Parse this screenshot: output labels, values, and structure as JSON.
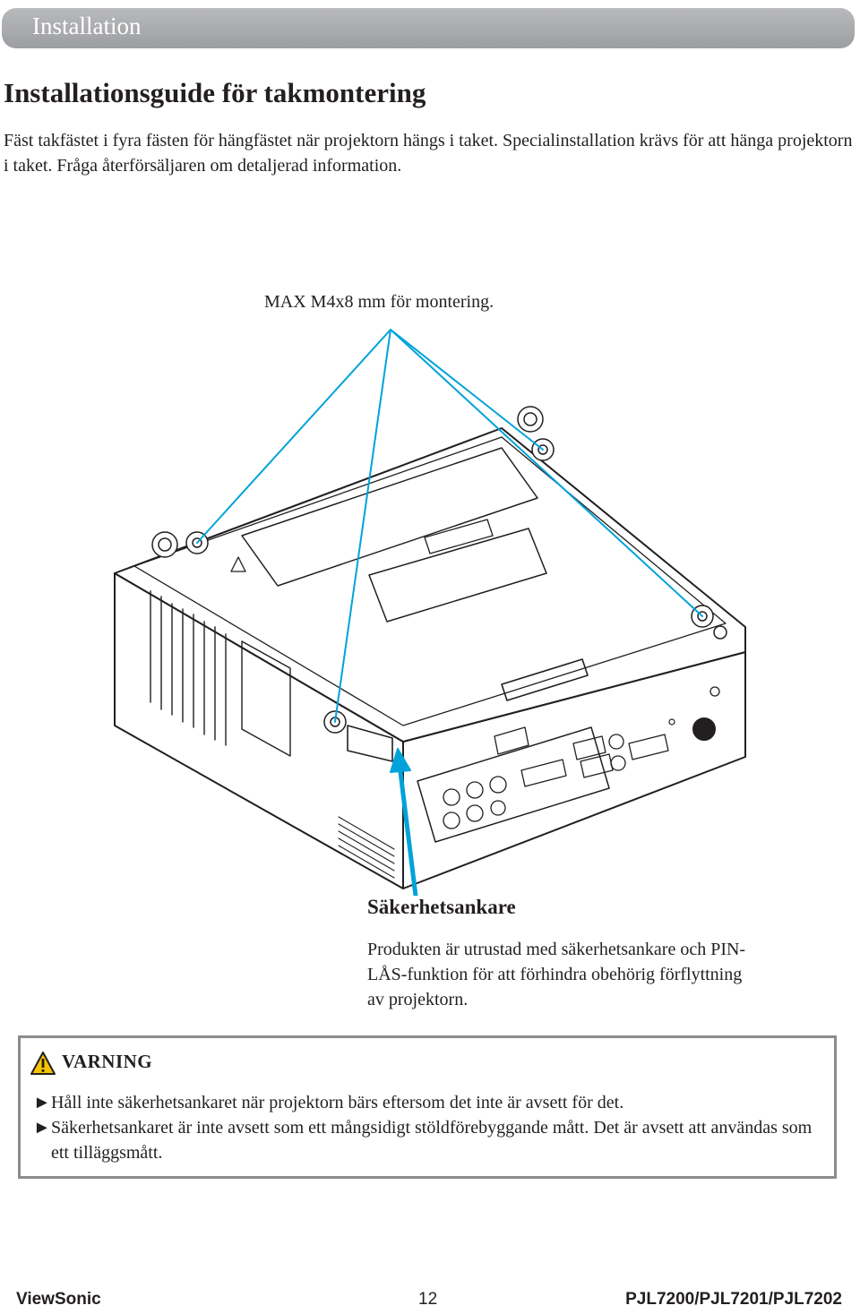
{
  "header": {
    "section": "Installation"
  },
  "page": {
    "title": "Installationsguide för takmontering",
    "intro": "Fäst takfästet i fyra fästen för hängfästet när projektorn hängs i taket. Specialinstallation krävs för att hänga projektorn i taket. Fråga återförsäljaren om detaljerad information."
  },
  "diagram": {
    "caption": "MAX M4x8 mm för montering.",
    "icons": [
      "projector-underside-diagram",
      "mount-hole",
      "pointer-arrow"
    ],
    "colors": {
      "callout_line": "#00a3d9",
      "outline": "#231f20"
    }
  },
  "anchor": {
    "title": "Säkerhetsankare",
    "text": "Produkten är utrustad med säkerhetsankare och PIN-LÅS-funktion för att förhindra obehörig förflyttning av projektorn."
  },
  "warning": {
    "icon": "warning-triangle-icon",
    "title": "VARNING",
    "bullet": "►",
    "items": [
      "Håll inte säkerhetsankaret när projektorn bärs eftersom det inte är avsett för det.",
      "Säkerhetsankaret är inte avsett som ett mångsidigt stöldförebyggande mått. Det är avsett att användas som ett tilläggsmått."
    ]
  },
  "footer": {
    "brand": "ViewSonic",
    "page_number": "12",
    "models": "PJL7200/PJL7201/PJL7202"
  }
}
